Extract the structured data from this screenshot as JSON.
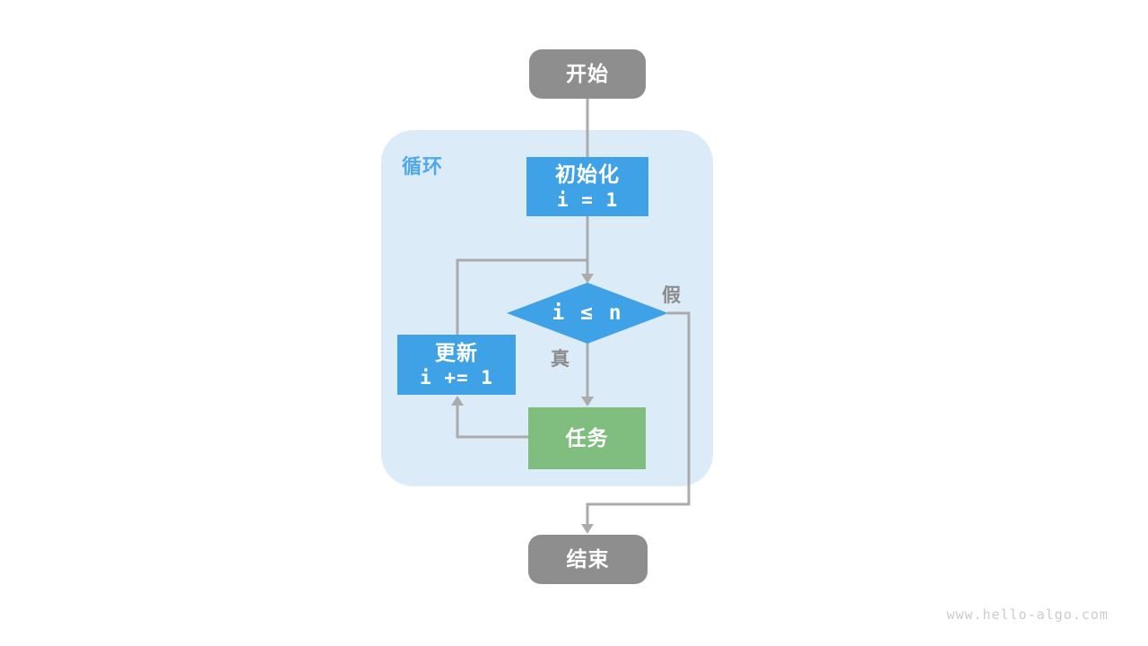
{
  "diagram": {
    "title_none": "",
    "loop_container": {
      "label": "循环"
    },
    "nodes": {
      "start": {
        "label": "开始"
      },
      "init": {
        "label": "初始化",
        "code": "i = 1"
      },
      "condition": {
        "label": "i ≤ n"
      },
      "update": {
        "label": "更新",
        "code": "i += 1"
      },
      "task": {
        "label": "任务"
      },
      "end": {
        "label": "结束"
      }
    },
    "edges": {
      "true_label": "真",
      "false_label": "假"
    },
    "watermark": "www.hello-algo.com",
    "colors": {
      "terminal_gray": "#8E8E8E",
      "process_blue": "#3FA2E7",
      "task_green": "#80BE80",
      "container_blue": "#DCEBF8",
      "loop_label_blue": "#4FA8E8",
      "connector_gray": "#ABABAB",
      "label_gray": "#8C8C8C",
      "watermark_gray": "#CBCBCB"
    }
  }
}
